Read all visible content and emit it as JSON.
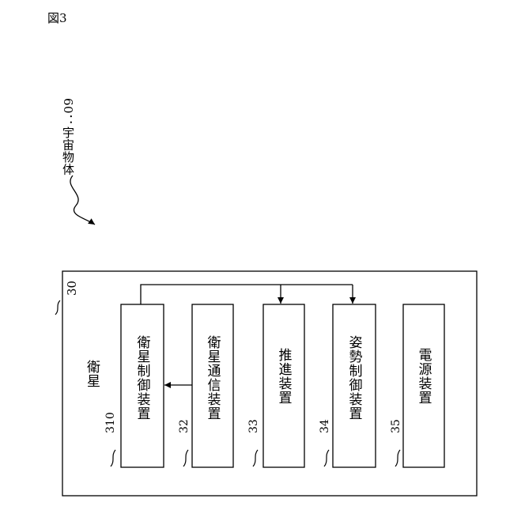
{
  "figure": {
    "label": "図3"
  },
  "space_object": {
    "ref": "60",
    "sep": "：",
    "name": "宇宙物体"
  },
  "satellite": {
    "ref": "30",
    "title": "衛星",
    "components": [
      {
        "ref": "310",
        "label": "衛星制御装置"
      },
      {
        "ref": "32",
        "label": "衛星通信装置"
      },
      {
        "ref": "33",
        "label": "推進装置"
      },
      {
        "ref": "34",
        "label": "姿勢制御装置"
      },
      {
        "ref": "35",
        "label": "電源装置"
      }
    ]
  }
}
